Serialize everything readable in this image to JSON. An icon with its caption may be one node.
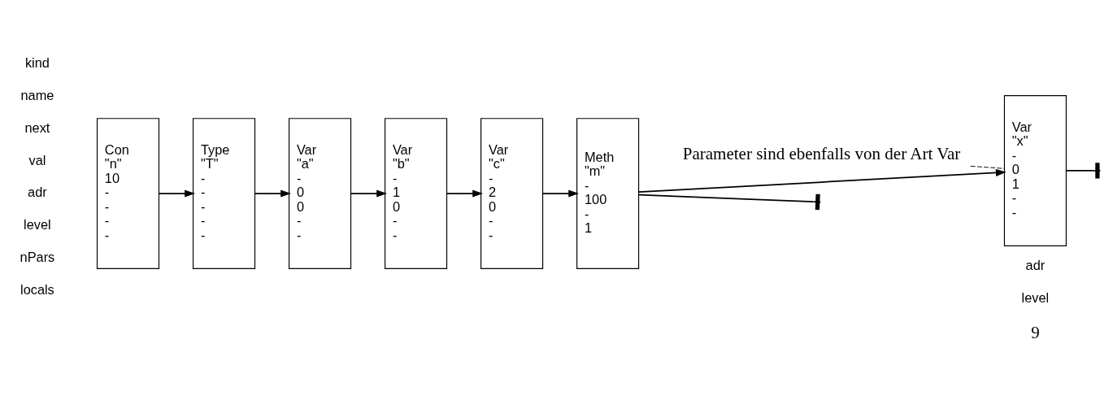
{
  "diagram": {
    "nodes": [
      {
        "text": [
          "Con",
          "\"n\"",
          "10",
          "-",
          "-",
          "-",
          "-"
        ]
      },
      {
        "text": [
          "Type",
          "\"T\"",
          "-",
          "-",
          "-",
          "-",
          "-"
        ]
      },
      {
        "text": [
          "Var",
          "\"a\"",
          "-",
          "0",
          "0",
          "-",
          "-"
        ]
      },
      {
        "text": [
          "Var",
          "\"b\"",
          "-",
          "1",
          "0",
          "-",
          "-"
        ]
      },
      {
        "text": [
          "Var",
          "\"c\"",
          "-",
          "2",
          "0",
          "-",
          "-"
        ]
      },
      {
        "text": [
          "Meth",
          "\"m\"",
          "-",
          "100",
          "-",
          "1"
        ]
      },
      {
        "text": [
          "Parameter sind ebenfalls von der Art Var"
        ]
      },
      {
        "text": [
          "Var",
          "\"x\"",
          "-",
          "0",
          "1",
          "-",
          "-"
        ]
      }
    ],
    "edges": [
      {
        "from": 0,
        "to": 1,
        "arrow": "to"
      },
      {
        "from": 1,
        "to": 2,
        "arrow": "to"
      },
      {
        "from": 2,
        "to": 3,
        "arrow": "to"
      },
      {
        "from": 3,
        "to": 4,
        "arrow": "to"
      },
      {
        "from": 4,
        "to": 5,
        "arrow": "to"
      },
      {
        "from": 5,
        "to": null,
        "arrow": "other"
      },
      {
        "from": 5,
        "to": 7,
        "arrow": "to"
      },
      {
        "from": 7,
        "to": null,
        "arrow": "other"
      },
      {
        "from": 6,
        "to": 7,
        "arrow": "none",
        "style": "dashed"
      }
    ],
    "labels": [
      "kind",
      "name",
      "next",
      "val",
      "adr",
      "level",
      "nPars",
      "locals",
      "adr",
      "level",
      "9"
    ]
  }
}
